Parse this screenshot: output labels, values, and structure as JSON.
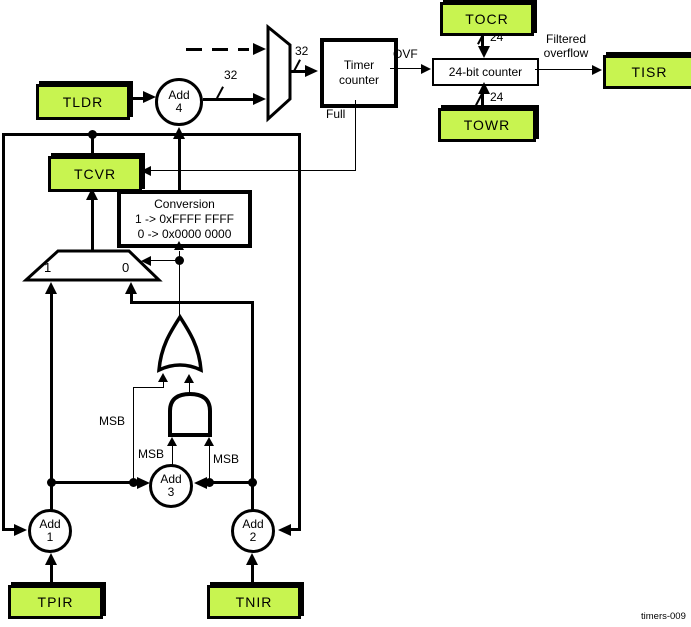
{
  "registers": {
    "tldr": "TLDR",
    "tcvr": "TCVR",
    "tocr": "TOCR",
    "towr": "TOWR",
    "tisr": "TISR",
    "tpir": "TPIR",
    "tnir": "TNIR"
  },
  "blocks": {
    "timer_counter_line1": "Timer",
    "timer_counter_line2": "counter",
    "counter_24bit": "24-bit counter",
    "conversion_title": "Conversion",
    "conversion_map1": "1 -> 0xFFFF FFFF",
    "conversion_map0": "0 -> 0x0000 0000"
  },
  "adders": {
    "add1": {
      "line1": "Add",
      "line2": "1"
    },
    "add2": {
      "line1": "Add",
      "line2": "2"
    },
    "add3": {
      "line1": "Add",
      "line2": "3"
    },
    "add4": {
      "line1": "Add",
      "line2": "4"
    }
  },
  "signals": {
    "ovf": "OVF",
    "full": "Full",
    "filtered_line1": "Filtered",
    "filtered_line2": "overflow",
    "msb": "MSB",
    "bus32": "32",
    "bus24": "24",
    "mux_input_1": "1",
    "mux_input_0": "0"
  },
  "footer": "timers-009",
  "colors": {
    "register_fill": "#c8f450",
    "line": "#000000",
    "background": "#ffffff"
  }
}
